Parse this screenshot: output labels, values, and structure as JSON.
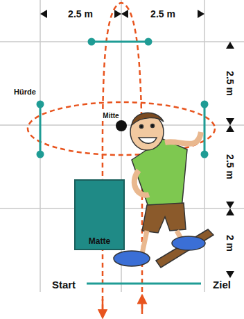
{
  "diagram": {
    "nodes": [
      {
        "text": [
          "Matte"
        ]
      }
    ],
    "labels": [
      "2.5 m",
      "2.5 m",
      "2.5 m",
      "2.5 m",
      "2 m",
      "Hürde",
      "Mitte",
      "Start",
      "Ziel"
    ]
  }
}
